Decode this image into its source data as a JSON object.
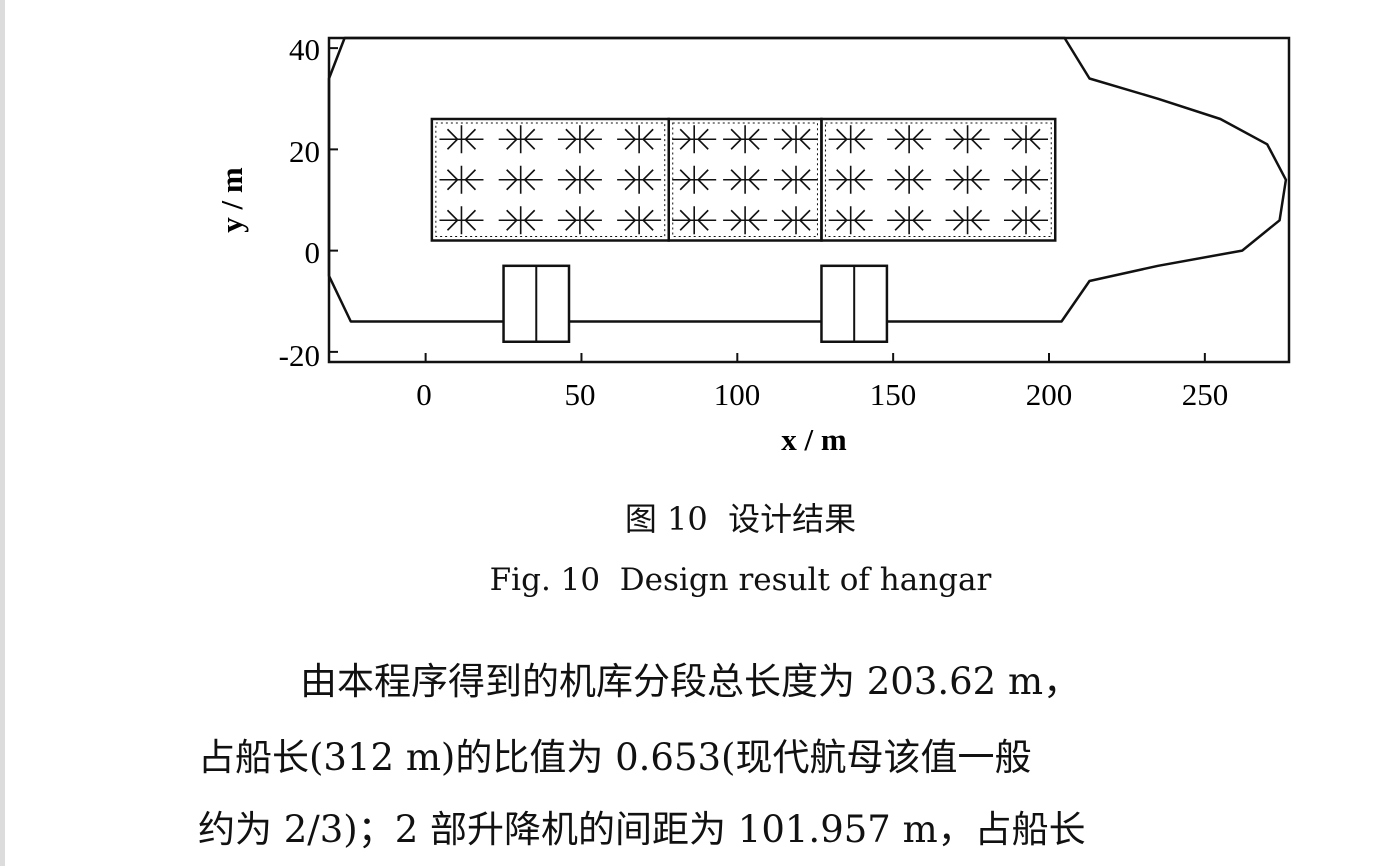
{
  "figure": {
    "x_axis_label": "x / m",
    "y_axis_label": "y / m",
    "x_ticks": [
      "0",
      "50",
      "100",
      "150",
      "200",
      "250"
    ],
    "y_ticks": [
      "40",
      "20",
      "0",
      "-20"
    ],
    "caption_cn": "图 10  设计结果",
    "caption_en": "Fig. 10  Design result of hangar"
  },
  "chart_data": {
    "type": "diagram",
    "xlabel": "x / m",
    "ylabel": "y / m",
    "xlim": [
      -31,
      277
    ],
    "ylim": [
      -22,
      42
    ],
    "x_ticks": [
      0,
      50,
      100,
      150,
      200,
      250
    ],
    "y_ticks": [
      -20,
      0,
      20,
      40
    ],
    "hangar_segments": [
      {
        "x0": 2,
        "x1": 78,
        "y0": 2,
        "y1": 26
      },
      {
        "x0": 78,
        "x1": 127,
        "y0": 2,
        "y1": 26
      },
      {
        "x0": 127,
        "x1": 202,
        "y0": 2,
        "y1": 26
      }
    ],
    "elevators": [
      {
        "x0": 25,
        "x1": 46,
        "y0": -18,
        "y1": -3
      },
      {
        "x0": 127,
        "x1": 148,
        "y0": -18,
        "y1": -3
      }
    ],
    "hull_outline": [
      [
        -31,
        34
      ],
      [
        -26,
        42
      ],
      [
        205,
        42
      ],
      [
        213,
        34
      ],
      [
        235,
        30
      ],
      [
        255,
        26
      ],
      [
        270,
        21
      ],
      [
        276,
        14
      ],
      [
        274,
        6
      ],
      [
        262,
        0
      ],
      [
        235,
        -3
      ],
      [
        213,
        -6
      ],
      [
        204,
        -14
      ],
      [
        -24,
        -14
      ],
      [
        -31,
        -5
      ]
    ]
  },
  "body": {
    "line1": "由本程序得到的机库分段总长度为 203.62 m，",
    "line2": "占船长(312 m)的比值为 0.653(现代航母该值一般",
    "line3": "约为 2/3)；2 部升降机的间距为 101.957 m，占船长"
  }
}
